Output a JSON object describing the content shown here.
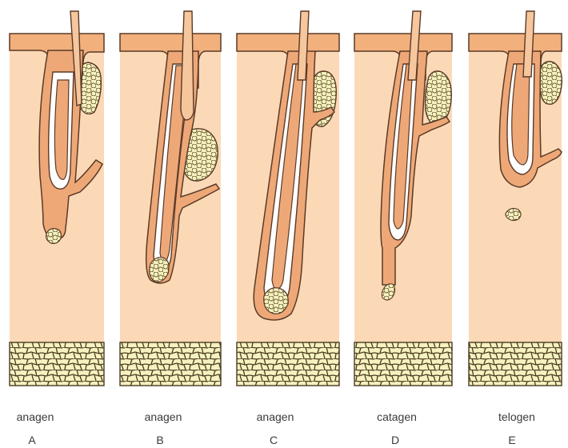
{
  "colors": {
    "dermis": "#fcd9b6",
    "epidermis": "#f2b07c",
    "follicle": "#eea877",
    "hair_shaft": "#f6c79d",
    "fat_cells": "#f5f2c0",
    "outline": "#5a3a28",
    "background": "#ffffff"
  },
  "stages": [
    {
      "label": "anagen",
      "letter": "A"
    },
    {
      "label": "anagen",
      "letter": "B"
    },
    {
      "label": "anagen",
      "letter": "C"
    },
    {
      "label": "catagen",
      "letter": "D"
    },
    {
      "label": "telogen",
      "letter": "E"
    }
  ]
}
